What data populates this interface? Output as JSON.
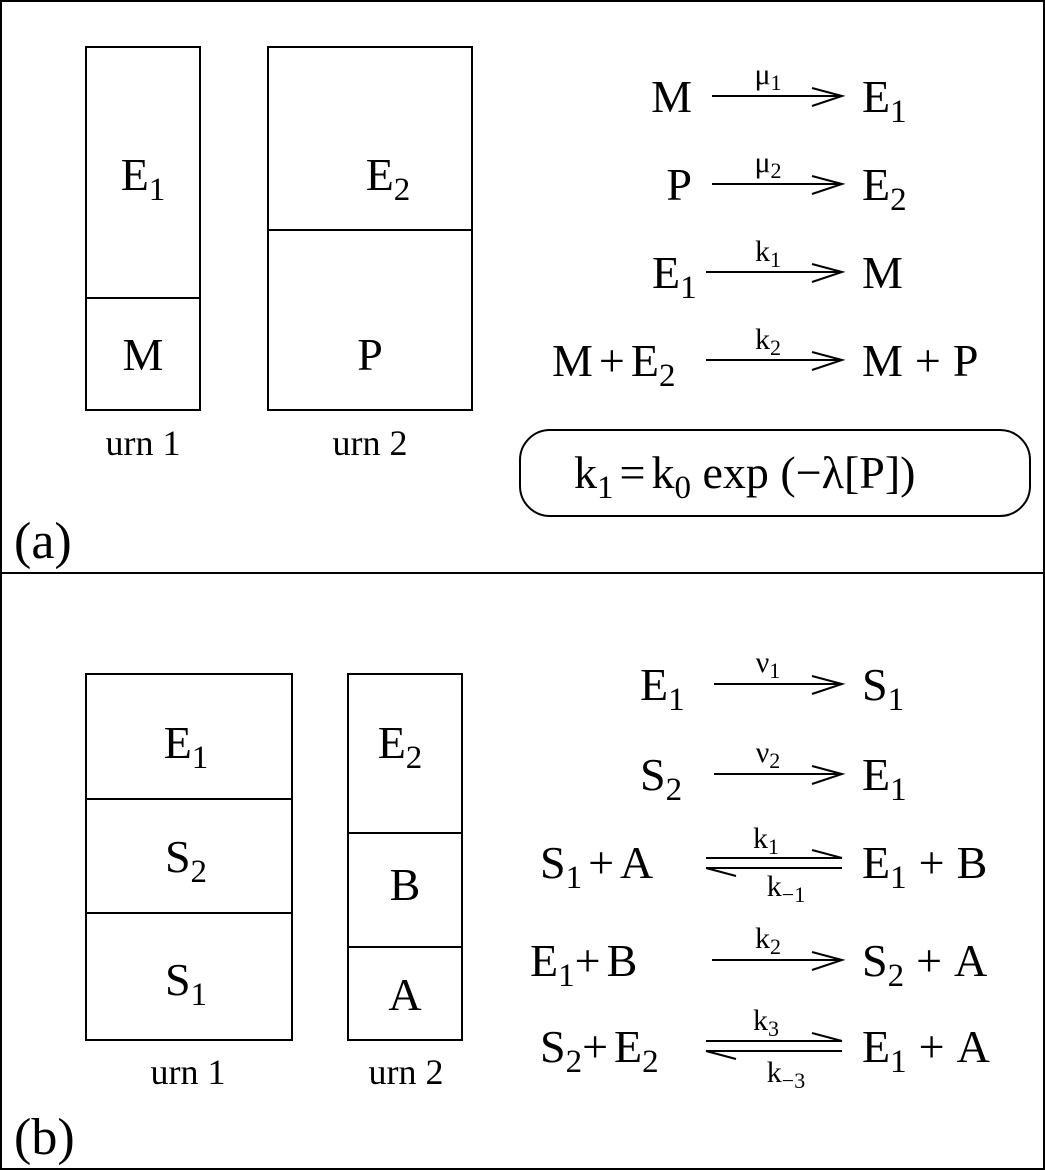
{
  "panels": [
    {
      "label": "(a)",
      "urns": [
        {
          "caption": "urn 1",
          "compartments": [
            {
              "base": "E",
              "sub": "1"
            },
            {
              "base": "M",
              "sub": ""
            }
          ]
        },
        {
          "caption": "urn 2",
          "compartments": [
            {
              "base": "E",
              "sub": "2"
            },
            {
              "base": "P",
              "sub": ""
            }
          ]
        }
      ],
      "reactions": [
        {
          "lhs": [
            {
              "base": "M",
              "sub": ""
            }
          ],
          "rate": {
            "base": "μ",
            "sub": "1"
          },
          "rhs": [
            {
              "base": "E",
              "sub": "1"
            }
          ],
          "reversible": false
        },
        {
          "lhs": [
            {
              "base": "P",
              "sub": ""
            }
          ],
          "rate": {
            "base": "μ",
            "sub": "2"
          },
          "rhs": [
            {
              "base": "E",
              "sub": "2"
            }
          ],
          "reversible": false
        },
        {
          "lhs": [
            {
              "base": "E",
              "sub": "1"
            }
          ],
          "rate": {
            "base": "k",
            "sub": "1"
          },
          "rhs": [
            {
              "base": "M",
              "sub": ""
            }
          ],
          "reversible": false
        },
        {
          "lhs": [
            {
              "base": "M",
              "sub": ""
            },
            {
              "base": "+",
              "sub": ""
            },
            {
              "base": "E",
              "sub": "2"
            }
          ],
          "rate": {
            "base": "k",
            "sub": "2"
          },
          "rhs": [
            {
              "base": "M",
              "sub": ""
            },
            {
              "base": "+",
              "sub": ""
            },
            {
              "base": "P",
              "sub": ""
            }
          ],
          "reversible": false
        }
      ],
      "boxed_formula": {
        "k": "k",
        "k_sub": "1",
        "eq": "=",
        "k0": "k",
        "k0_sub": "0",
        "rest": " exp (−",
        "lambda": "λ",
        "tail": "[P])"
      }
    },
    {
      "label": "(b)",
      "urns": [
        {
          "caption": "urn 1",
          "compartments": [
            {
              "base": "E",
              "sub": "1"
            },
            {
              "base": "S",
              "sub": "2"
            },
            {
              "base": "S",
              "sub": "1"
            }
          ]
        },
        {
          "caption": "urn 2",
          "compartments": [
            {
              "base": "E",
              "sub": "2"
            },
            {
              "base": "B",
              "sub": ""
            },
            {
              "base": "A",
              "sub": ""
            }
          ]
        }
      ],
      "reactions": [
        {
          "lhs": [
            {
              "base": "E",
              "sub": "1"
            }
          ],
          "rate": {
            "base": "ν",
            "sub": "1"
          },
          "rhs": [
            {
              "base": "S",
              "sub": "1"
            }
          ],
          "reversible": false
        },
        {
          "lhs": [
            {
              "base": "S",
              "sub": "2"
            }
          ],
          "rate": {
            "base": "ν",
            "sub": "2"
          },
          "rhs": [
            {
              "base": "E",
              "sub": "1"
            }
          ],
          "reversible": false
        },
        {
          "lhs": [
            {
              "base": "S",
              "sub": "1"
            },
            {
              "base": "+",
              "sub": ""
            },
            {
              "base": "A",
              "sub": ""
            }
          ],
          "rate": {
            "base": "k",
            "sub": "1"
          },
          "reverse_rate": {
            "base": "k",
            "sub": "−1"
          },
          "rhs": [
            {
              "base": "E",
              "sub": "1"
            },
            {
              "base": "+",
              "sub": ""
            },
            {
              "base": "B",
              "sub": ""
            }
          ],
          "reversible": true
        },
        {
          "lhs": [
            {
              "base": "E",
              "sub": "1"
            },
            {
              "base": "+",
              "sub": ""
            },
            {
              "base": "B",
              "sub": ""
            }
          ],
          "rate": {
            "base": "k",
            "sub": "2"
          },
          "rhs": [
            {
              "base": "S",
              "sub": "2"
            },
            {
              "base": "+",
              "sub": ""
            },
            {
              "base": "A",
              "sub": ""
            }
          ],
          "reversible": false
        },
        {
          "lhs": [
            {
              "base": "S",
              "sub": "2"
            },
            {
              "base": "+",
              "sub": ""
            },
            {
              "base": "E",
              "sub": "2"
            }
          ],
          "rate": {
            "base": "k",
            "sub": "3"
          },
          "reverse_rate": {
            "base": "k",
            "sub": "−3"
          },
          "rhs": [
            {
              "base": "E",
              "sub": "1"
            },
            {
              "base": "+",
              "sub": ""
            },
            {
              "base": "A",
              "sub": ""
            }
          ],
          "reversible": true
        }
      ]
    }
  ]
}
